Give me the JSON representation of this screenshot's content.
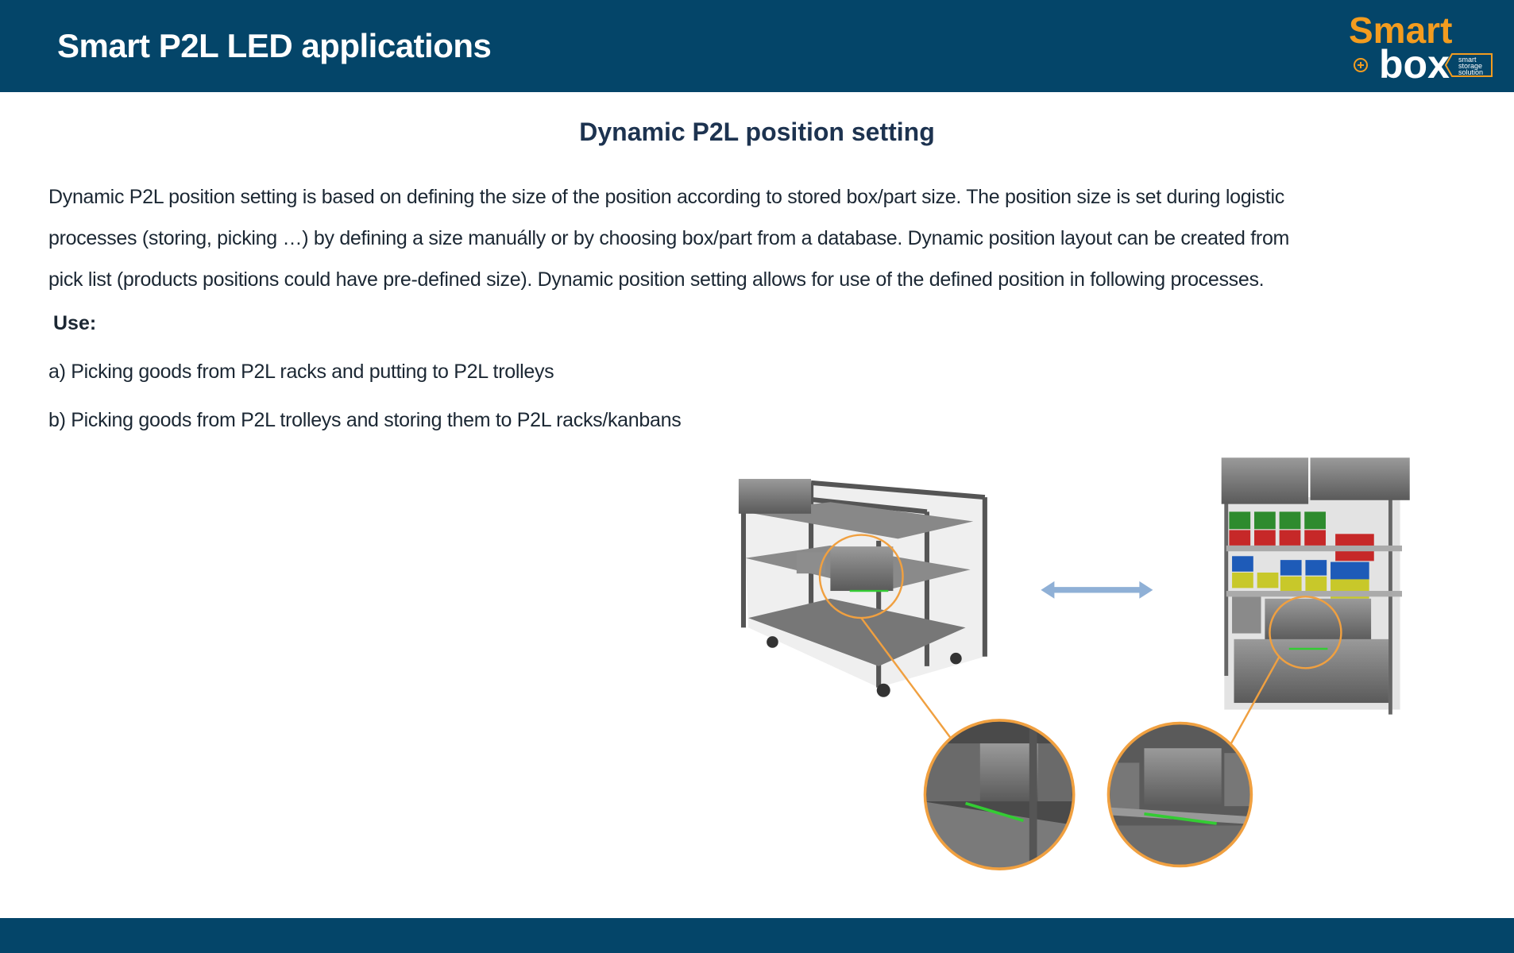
{
  "header": {
    "title": "Smart P2L LED applications",
    "logo": {
      "word1": "Smart",
      "word2": "box",
      "tagline": "smart storage solution"
    }
  },
  "main": {
    "subtitle": "Dynamic P2L position setting",
    "paragraph_lines": [
      "Dynamic P2L position setting is based on defining the size of the position according  to stored box/part size. The position size is set during logistic",
      "processes (storing, picking …) by defining a size manuálly or by choosing box/part from a database. Dynamic position layout can be created from",
      "pick list (products positions could have pre-defined size). Dynamic position setting allows for use of the defined position in following processes."
    ],
    "use_label": "Use:",
    "use_items": [
      "a) Picking goods from P2L racks and putting to P2L trolleys",
      "b) Picking goods from P2L trolleys and storing them to P2L racks/kanbans"
    ]
  },
  "colors": {
    "brand": "#044569",
    "accent": "#f39c1f",
    "arrow": "#8fb0d6"
  }
}
